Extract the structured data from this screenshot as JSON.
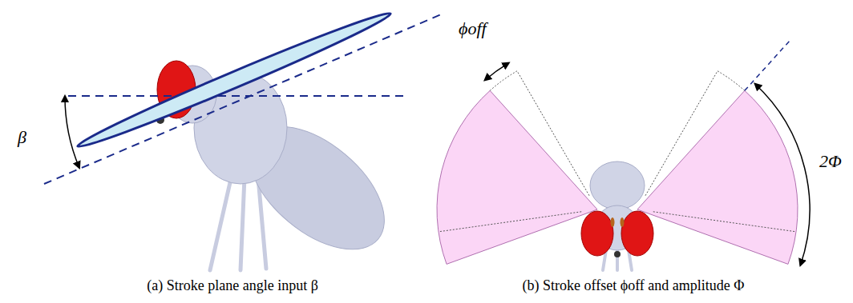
{
  "diagram": {
    "labels": [
      "β",
      "ϕoff",
      "2Φ",
      "(a) Stroke plane angle input β",
      "(b) Stroke offset ϕoff and amplitude Φ"
    ]
  }
}
